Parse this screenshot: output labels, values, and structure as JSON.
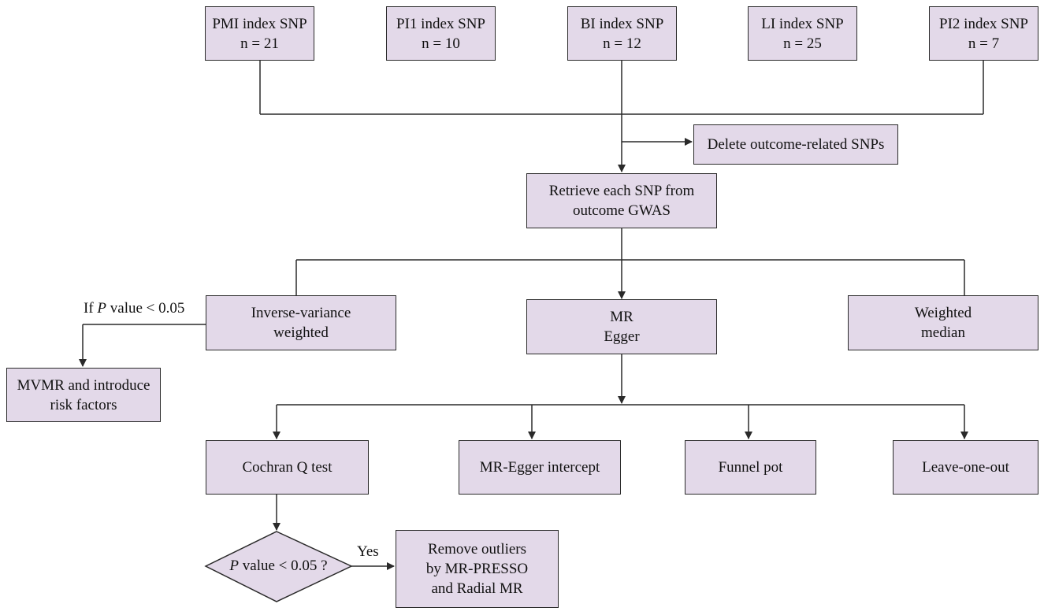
{
  "index_boxes": [
    {
      "line1": "PMI index SNP",
      "line2": "n = 21"
    },
    {
      "line1": "PI1 index SNP",
      "line2": "n = 10"
    },
    {
      "line1": "BI index SNP",
      "line2": "n = 12"
    },
    {
      "line1": "LI index SNP",
      "line2": "n = 25"
    },
    {
      "line1": "PI2 index SNP",
      "line2": "n = 7"
    }
  ],
  "delete_box": "Delete outcome-related SNPs",
  "retrieve_box": {
    "line1": "Retrieve each SNP from",
    "line2": "outcome GWAS"
  },
  "methods": {
    "ivw": {
      "line1": "Inverse-variance",
      "line2": "weighted"
    },
    "egger": {
      "line1": "MR",
      "line2": "Egger"
    },
    "median": {
      "line1": "Weighted",
      "line2": "median"
    }
  },
  "ivw_condition": {
    "prefix": "If",
    "p": "P",
    "suffix": "value <  0.05"
  },
  "mvmr_box": {
    "line1": "MVMR and introduce",
    "line2": "risk factors"
  },
  "sensitivity": {
    "cochran": "Cochran Q test",
    "intercept": "MR-Egger intercept",
    "funnel": "Funnel pot",
    "loo": "Leave-one-out"
  },
  "decision": {
    "p": "P",
    "text": "value < 0.05 ?"
  },
  "yes_label": "Yes",
  "outlier_box": {
    "line1": "Remove outliers",
    "line2": "by MR-PRESSO",
    "line3": "and Radial MR"
  },
  "colors": {
    "box_fill": "#e3d9e9",
    "stroke": "#2a2a2a"
  }
}
